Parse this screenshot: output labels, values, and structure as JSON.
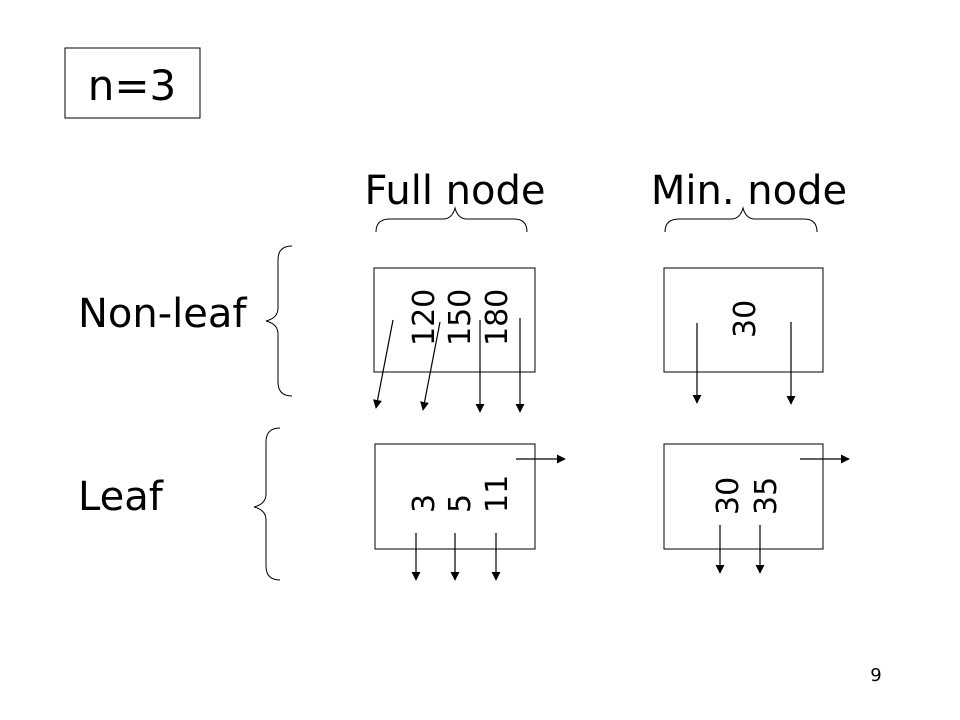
{
  "title_box": {
    "label": "n=3"
  },
  "columns": {
    "full_node": "Full node",
    "min_node": "Min. node"
  },
  "rows": {
    "non_leaf": "Non-leaf",
    "leaf": "Leaf"
  },
  "nodes": {
    "full_nonleaf_keys": [
      "120",
      "150",
      "180"
    ],
    "min_nonleaf_keys": [
      "30"
    ],
    "full_leaf_keys": [
      "3",
      "5",
      "11"
    ],
    "min_leaf_keys": [
      "30",
      "35"
    ]
  },
  "page_number": "9"
}
